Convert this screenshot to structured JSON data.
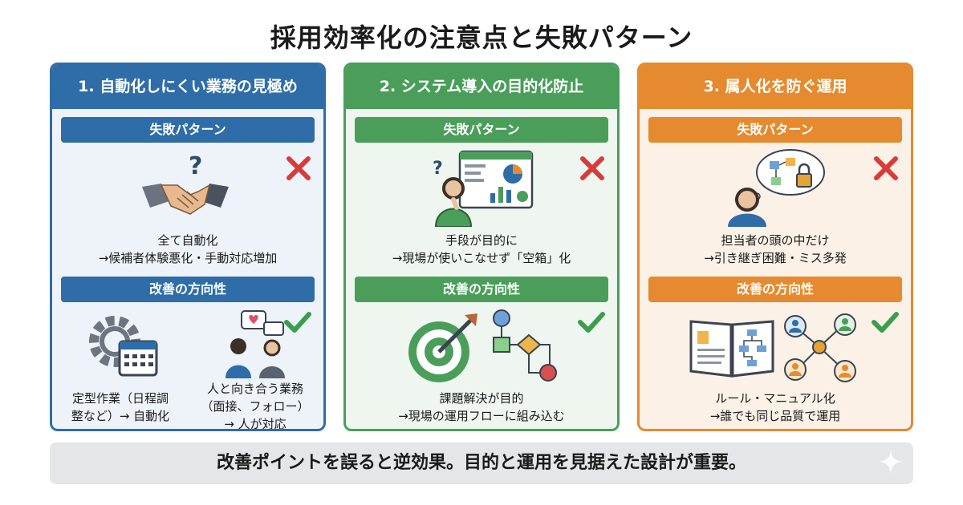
{
  "title": "採用効率化の注意点と失敗パターン",
  "columns": [
    {
      "header": "1. 自動化しにくい業務の見極め",
      "fail_label": "失敗パターン",
      "fail_text": [
        "全て自動化",
        "→候補者体験悪化・手動対応増加"
      ],
      "improve_label": "改善の方向性",
      "improve_left": [
        "定型作業（日程調",
        "整など）→ 自動化"
      ],
      "improve_right": [
        "人と向き合う業務",
        "（面接、フォロー）",
        "→ 人が対応"
      ],
      "color": "#2f6da8"
    },
    {
      "header": "2. システム導入の目的化防止",
      "fail_label": "失敗パターン",
      "fail_text": [
        "手段が目的に",
        "→現場が使いこなせず「空箱」化"
      ],
      "improve_label": "改善の方向性",
      "improve_text": [
        "課題解決が目的",
        "→現場の運用フローに組み込む"
      ],
      "color": "#4a9e5a"
    },
    {
      "header": "3. 属人化を防ぐ運用",
      "fail_label": "失敗パターン",
      "fail_text": [
        "担当者の頭の中だけ",
        "→引き継ぎ困難・ミス多発"
      ],
      "improve_label": "改善の方向性",
      "improve_text": [
        "ルール・マニュアル化",
        "→誰でも同じ品質で運用"
      ],
      "color": "#e58a2e"
    }
  ],
  "icons": {
    "fail": "x-mark-icon",
    "improve": "check-mark-icon"
  },
  "footer": "改善ポイントを誤ると逆効果。目的と運用を見据えた設計が重要。"
}
